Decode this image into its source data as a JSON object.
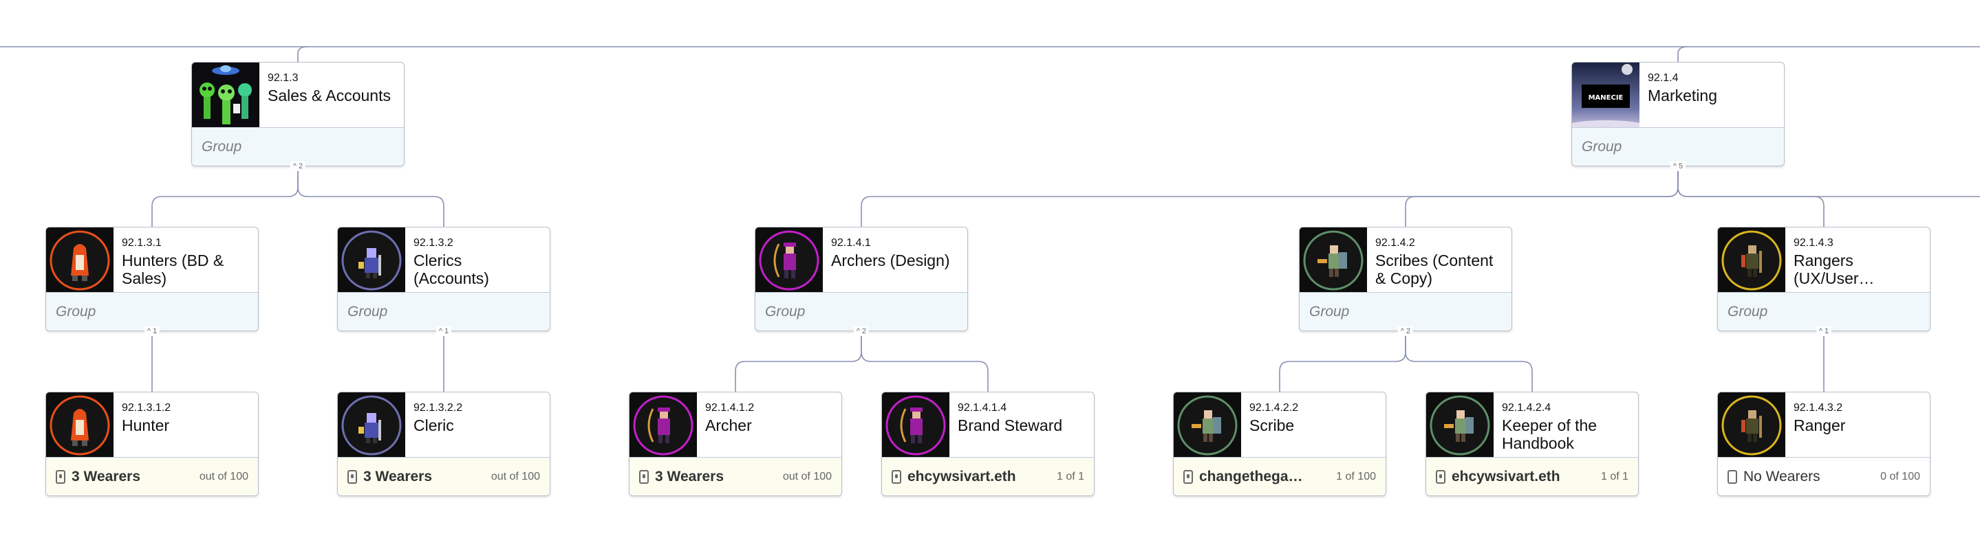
{
  "nodes": [
    {
      "id": "n9213",
      "code": "92.1.3",
      "title": "Sales & Accounts",
      "footer": "group",
      "thumb": "aliens-icon",
      "ring": null,
      "badge": "^ 2"
    },
    {
      "id": "n9214",
      "code": "92.1.4",
      "title": "Marketing",
      "footer": "group",
      "thumb": "manecie-logo-icon",
      "ring": null,
      "badge": "^ 5"
    },
    {
      "id": "n92131",
      "code": "92.1.3.1",
      "title": "Hunters (BD & Sales)",
      "footer": "group",
      "thumb": "hunter-icon",
      "ring": "#e8501a",
      "badge": "^ 1"
    },
    {
      "id": "n92132",
      "code": "92.1.3.2",
      "title": "Clerics (Accounts)",
      "footer": "group",
      "thumb": "cleric-icon",
      "ring": "#6d6fb0",
      "badge": "^ 1"
    },
    {
      "id": "n92141",
      "code": "92.1.4.1",
      "title": "Archers (Design)",
      "footer": "group",
      "thumb": "archer-icon",
      "ring": "#c11fc8",
      "badge": "^ 2"
    },
    {
      "id": "n92142",
      "code": "92.1.4.2",
      "title": "Scribes (Content & Copy)",
      "footer": "group",
      "thumb": "scribe-icon",
      "ring": "#5e8f67",
      "badge": "^ 2"
    },
    {
      "id": "n92143",
      "code": "92.1.4.3",
      "title": "Rangers (UX/User…",
      "footer": "group",
      "thumb": "ranger-icon",
      "ring": "#d9b51d",
      "badge": "^ 1"
    },
    {
      "id": "n921312",
      "code": "92.1.3.1.2",
      "title": "Hunter",
      "footer": "wear",
      "thumb": "hunter-icon",
      "ring": "#e8501a",
      "wearers": "3 Wearers",
      "count": "out of 100"
    },
    {
      "id": "n921322",
      "code": "92.1.3.2.2",
      "title": "Cleric",
      "footer": "wear",
      "thumb": "cleric-icon",
      "ring": "#6d6fb0",
      "wearers": "3 Wearers",
      "count": "out of 100"
    },
    {
      "id": "n921412",
      "code": "92.1.4.1.2",
      "title": "Archer",
      "footer": "wear",
      "thumb": "archer-icon",
      "ring": "#c11fc8",
      "wearers": "3 Wearers",
      "count": "out of 100"
    },
    {
      "id": "n921414",
      "code": "92.1.4.1.4",
      "title": "Brand Steward",
      "footer": "wear",
      "thumb": "archer-icon",
      "ring": "#c11fc8",
      "wearers": "ehcywsivart.eth",
      "count": "1 of 1"
    },
    {
      "id": "n921422",
      "code": "92.1.4.2.2",
      "title": "Scribe",
      "footer": "wear",
      "thumb": "scribe-icon",
      "ring": "#5e8f67",
      "wearers": "changethega…",
      "count": "1 of 100"
    },
    {
      "id": "n921424",
      "code": "92.1.4.2.4",
      "title": "Keeper of the Handbook",
      "footer": "wear",
      "thumb": "scribe-icon",
      "ring": "#5e8f67",
      "wearers": "ehcywsivart.eth",
      "count": "1 of 1"
    },
    {
      "id": "n921432",
      "code": "92.1.4.3.2",
      "title": "Ranger",
      "footer": "none",
      "thumb": "ranger-icon",
      "ring": "#d9b51d",
      "wearers": "No Wearers",
      "count": "0 of 100"
    }
  ],
  "labels": {
    "group": "Group"
  },
  "colors": {
    "link": "#8a90b2",
    "border": "#b9bec8",
    "groupFooter": "#f1f8fc",
    "wearFooter": "#fcfcef"
  }
}
